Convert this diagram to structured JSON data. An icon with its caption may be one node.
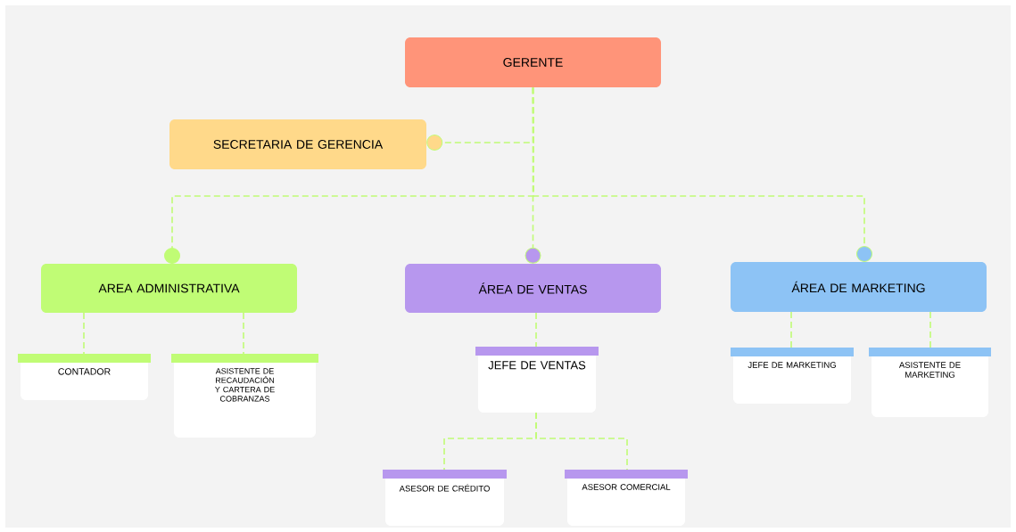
{
  "diagram": {
    "nodes": [
      {
        "text": [
          "GERENTE"
        ]
      },
      {
        "text": [
          "SECRETARIA DE GERENCIA"
        ]
      },
      {
        "text": [
          "AREA ADMINISTRATIVA"
        ]
      },
      {
        "text": [
          "ÁREA DE VENTAS"
        ]
      },
      {
        "text": [
          "ÁREA DE MARKETING"
        ]
      },
      {
        "text": [
          "CONTADOR"
        ]
      },
      {
        "text": [
          "ASISTENTE DE RECAUDACIÓN Y CARTERA DE COBRANZAS"
        ]
      },
      {
        "text": [
          "JEFE DE VENTAS"
        ]
      },
      {
        "text": [
          "ASESOR DE CRÉDITO"
        ]
      },
      {
        "text": [
          "ASESOR COMERCIAL"
        ]
      },
      {
        "text": [
          "JEFE DE MARKETING"
        ]
      },
      {
        "text": [
          "ASISTENTE DE MARKETING"
        ]
      }
    ],
    "edges": [
      {
        "from": 0,
        "to": 1,
        "arrow": "other",
        "style": "dashed"
      },
      {
        "from": 0,
        "to": 2,
        "arrow": "other",
        "style": "dashed"
      },
      {
        "from": 0,
        "to": 3,
        "arrow": "other",
        "style": "dashed"
      },
      {
        "from": 0,
        "to": 4,
        "arrow": "other",
        "style": "dashed"
      },
      {
        "from": 2,
        "to": 5,
        "arrow": "none",
        "style": "dashed"
      },
      {
        "from": 2,
        "to": 6,
        "arrow": "none",
        "style": "dashed"
      },
      {
        "from": 3,
        "to": 7,
        "arrow": "none",
        "style": "dashed"
      },
      {
        "from": 7,
        "to": 8,
        "arrow": "none",
        "style": "dashed"
      },
      {
        "from": 7,
        "to": 9,
        "arrow": "none",
        "style": "dashed"
      },
      {
        "from": 4,
        "to": 10,
        "arrow": "none",
        "style": "dashed"
      },
      {
        "from": 4,
        "to": 11,
        "arrow": "none",
        "style": "dashed"
      }
    ]
  }
}
